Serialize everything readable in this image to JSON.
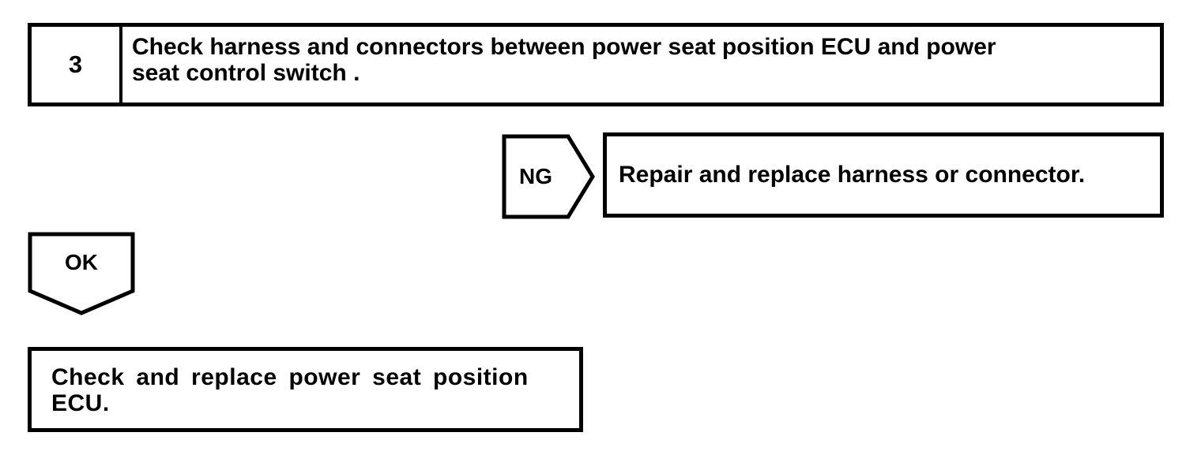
{
  "diagram": {
    "type": "diagnostic-flowchart",
    "colors": {
      "ink": "#000000",
      "paper": "#ffffff"
    },
    "step_box": {
      "number": "3",
      "instruction": "Check harness and connectors between power seat position ECU and power\nseat control switch ."
    },
    "ng_branch": {
      "label": "NG",
      "action": "Repair and replace harness or connector."
    },
    "ok_branch": {
      "label": "OK",
      "action": "Check and replace power seat position\nECU."
    }
  }
}
